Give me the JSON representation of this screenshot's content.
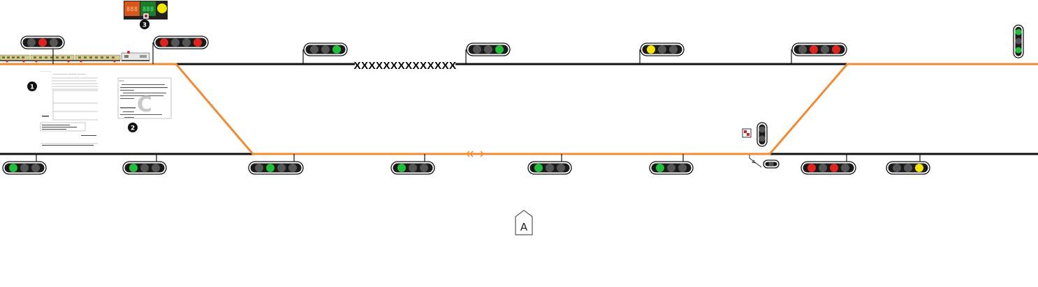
{
  "scene": {
    "station_label": "XXXXXXXXXXXXXX",
    "zone_label": "A",
    "markers": [
      "1",
      "2",
      "3"
    ],
    "colors": {
      "track": "#111111",
      "route": "#f08a34",
      "lamp_off": "#555555",
      "lamp_red": "#e0231e",
      "lamp_green": "#1fbf3a",
      "lamp_yellow": "#f2e600",
      "housing": "#1a1a1a"
    }
  },
  "display": {
    "left_panel_color": "#d9571c",
    "mid_panel_color": "#1b7d2a",
    "indicator_color": "#f2e600"
  },
  "document": {
    "card_letter": "C",
    "card_caption": "DOC"
  },
  "signals": [
    {
      "id": "top-left-1",
      "lamps": [
        "off",
        "red",
        "off"
      ]
    },
    {
      "id": "top-left-2",
      "lamps": [
        "red",
        "off",
        "off",
        "red"
      ]
    },
    {
      "id": "top-3",
      "lamps": [
        "off",
        "off",
        "green"
      ]
    },
    {
      "id": "top-4",
      "lamps": [
        "off",
        "off",
        "green"
      ]
    },
    {
      "id": "top-5",
      "lamps": [
        "yellow",
        "off",
        "off"
      ]
    },
    {
      "id": "top-6",
      "lamps": [
        "off",
        "red",
        "off",
        "red"
      ]
    },
    {
      "id": "top-right-vertical",
      "lamps": [
        "green",
        "off",
        "green"
      ]
    },
    {
      "id": "bottom-1",
      "lamps": [
        "green",
        "off",
        "off"
      ]
    },
    {
      "id": "bottom-2",
      "lamps": [
        "green",
        "off",
        "off"
      ]
    },
    {
      "id": "bottom-3",
      "lamps": [
        "off",
        "green",
        "off",
        "off"
      ]
    },
    {
      "id": "bottom-4",
      "lamps": [
        "green",
        "off",
        "off"
      ]
    },
    {
      "id": "bottom-5",
      "lamps": [
        "green",
        "off",
        "off"
      ]
    },
    {
      "id": "bottom-6",
      "lamps": [
        "green",
        "off",
        "off"
      ]
    },
    {
      "id": "bottom-7",
      "lamps": [
        "red",
        "off",
        "red",
        "off"
      ]
    },
    {
      "id": "bottom-8",
      "lamps": [
        "off",
        "off",
        "yellow"
      ]
    },
    {
      "id": "shunt-vertical",
      "lamps": [
        "off",
        "off"
      ]
    },
    {
      "id": "shunt-small",
      "lamps": [
        "off"
      ]
    }
  ]
}
